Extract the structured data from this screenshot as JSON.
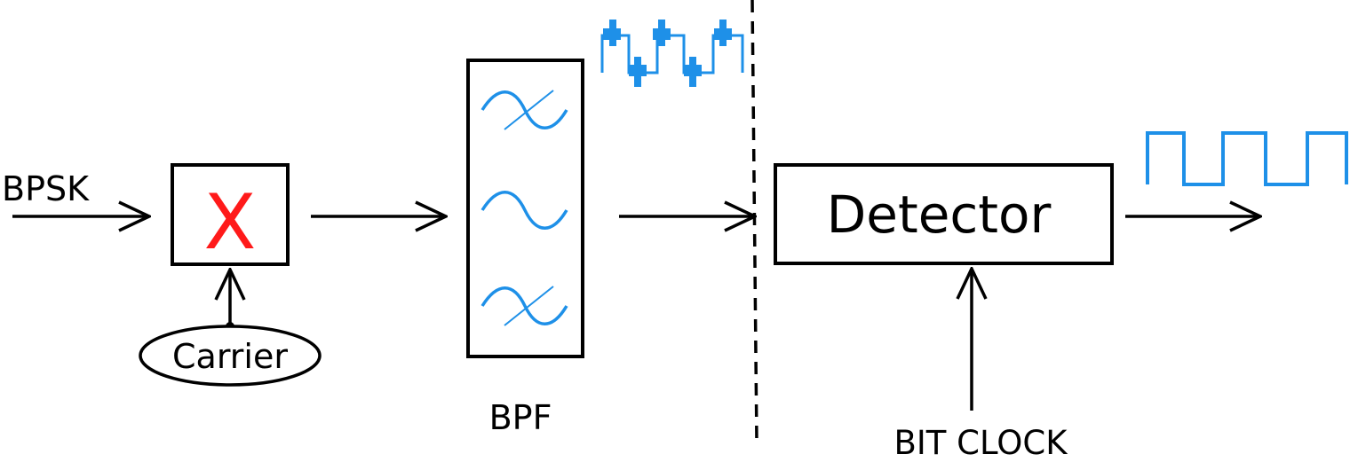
{
  "labels": {
    "input": "BPSK",
    "multiplier": "X",
    "carrier": "Carrier",
    "filter": "BPF",
    "detector": "Detector",
    "clock": "BIT CLOCK"
  },
  "colors": {
    "line": "#000000",
    "multiplier": "#ff1a1a",
    "waveform": "#1e90e8"
  }
}
